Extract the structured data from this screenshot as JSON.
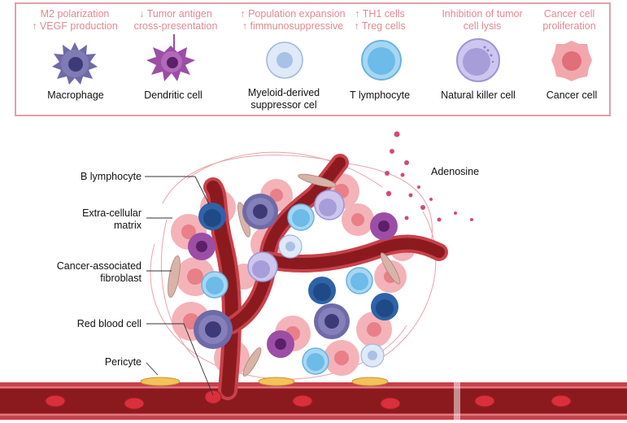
{
  "legend": {
    "columns": [
      {
        "effect": "M2 polarization\n↑ VEGF production",
        "cell": "Macrophage",
        "icon": "macrophage-icon"
      },
      {
        "effect": "↓ Tumor antigen\ncross-presentation",
        "cell": "Dendritic cell",
        "icon": "dendritic-cell-icon"
      },
      {
        "effect": "↑ Population expansion\n↑ fimmunosuppressive",
        "cell": "Myeloid-derived\nsuppressor cel",
        "icon": "mdsc-icon"
      },
      {
        "effect": "↑ TH1 cells\n↑ Treg cells",
        "cell": "T lymphocyte",
        "icon": "t-lymphocyte-icon"
      },
      {
        "effect": "Inhibition of tumor\ncell lysis",
        "cell": "Natural killer cell",
        "icon": "nk-cell-icon"
      },
      {
        "effect": "Cancer cell\nproliferation",
        "cell": "Cancer cell",
        "icon": "cancer-cell-icon"
      }
    ]
  },
  "diagram": {
    "labels": {
      "b_lymphocyte": "B lymphocyte",
      "ecm": "Extra-cellular\nmatrix",
      "caf": "Cancer-associated\nfibroblast",
      "rbc": "Red blood cell",
      "pericyte": "Pericyte",
      "adenosine": "Adenosine"
    }
  },
  "colors": {
    "effect_text": "#e08a92",
    "box_border": "#e2a0a8",
    "vessel": "#8b1a1f",
    "vessel_wall": "#c8414a",
    "cancer": "#f2a7ad",
    "macrophage": "#6f6aa8",
    "dendritic": "#9c4ea6",
    "t_cell": "#8ec9ec",
    "b_cell": "#2e63a8",
    "nk": "#b6aee0",
    "mdsc": "#c9daf2"
  }
}
